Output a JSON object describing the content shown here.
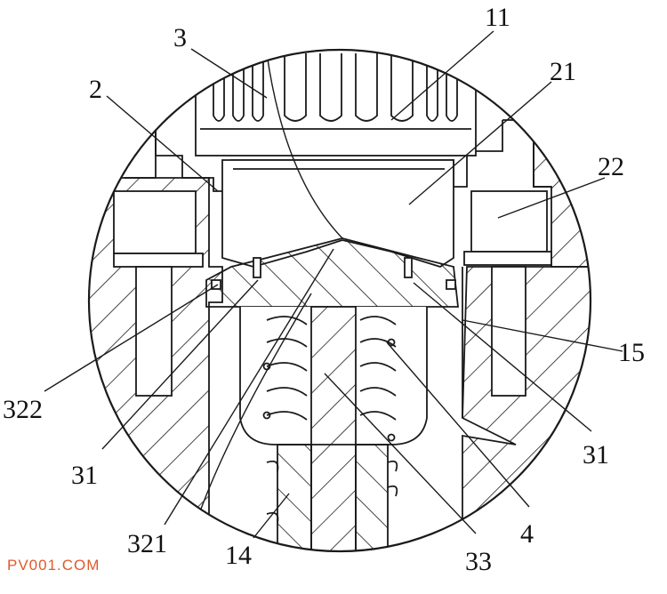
{
  "labels": {
    "l3": "3",
    "l11": "11",
    "l2": "2",
    "l21": "21",
    "l22": "22",
    "l15": "15",
    "l322": "322",
    "l31_left": "31",
    "l31_right": "31",
    "l4": "4",
    "l321": "321",
    "l14": "14",
    "l33": "33"
  },
  "watermark": "PV001.COM",
  "colors": {
    "line": "#1a1a1a",
    "watermark": "#e0592a"
  }
}
